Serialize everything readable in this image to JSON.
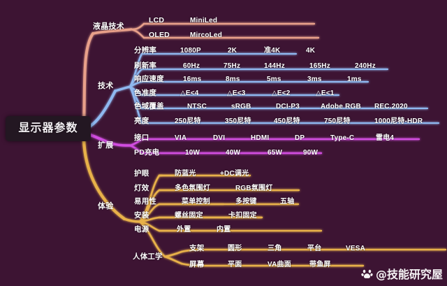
{
  "meta": {
    "background_color": "#3d1433",
    "root_box_color": "#231722"
  },
  "root": {
    "label": "显示器参数"
  },
  "watermark": {
    "handle": "@技能研究屋",
    "icon": "baidu-paw-icon"
  },
  "branches": [
    {
      "id": "lcd-tech",
      "topic": "液晶技术",
      "color": "#e8a08a",
      "rows": [
        {
          "label": "LCD",
          "values": [
            "MiniLed"
          ]
        },
        {
          "label": "OLED",
          "values": [
            "MircoLed"
          ]
        }
      ]
    },
    {
      "id": "technology",
      "topic": "技术",
      "color": "#8fb8f0",
      "rows": [
        {
          "label": "分辨率",
          "values": [
            "1080P",
            "2K",
            "准4K",
            "4K"
          ]
        },
        {
          "label": "刷新率",
          "values": [
            "60Hz",
            "75Hz",
            "144Hz",
            "165Hz",
            "240Hz"
          ]
        },
        {
          "label": "响应速度",
          "values": [
            "16ms",
            "8ms",
            "5ms",
            "3ms",
            "1ms"
          ]
        },
        {
          "label": "色准度",
          "values": [
            "△E<4",
            "△E<3",
            "△E<2",
            "△E<1"
          ]
        },
        {
          "label": "色域覆盖",
          "values": [
            "NTSC",
            "sRGB",
            "DCI-P3",
            "Adobe RGB",
            "REC.2020"
          ]
        },
        {
          "label": "亮度",
          "values": [
            "250尼特",
            "350尼特",
            "450尼特",
            "750尼特",
            "1000尼特-HDR"
          ]
        }
      ]
    },
    {
      "id": "expansion",
      "topic": "扩展",
      "color": "#d14ee0",
      "rows": [
        {
          "label": "接口",
          "values": [
            "VIA",
            "DVI",
            "HDMI",
            "DP",
            "Type-C",
            "雷电4"
          ]
        },
        {
          "label": "PD充电",
          "values": [
            "10W",
            "40W",
            "65W",
            "90W"
          ]
        }
      ]
    },
    {
      "id": "experience",
      "topic": "体验",
      "color": "#e8b14a",
      "rows": [
        {
          "label": "护眼",
          "values": [
            "防蓝光",
            "+DC调光"
          ]
        },
        {
          "label": "灯效",
          "values": [
            "多色氛围灯",
            "RGB氛围灯"
          ]
        },
        {
          "label": "易用性",
          "values": [
            "菜单控制",
            "多按键",
            "五轴"
          ]
        },
        {
          "label": "安装",
          "values": [
            "螺丝固定",
            "卡扣固定"
          ]
        },
        {
          "label": "电源",
          "values": [
            "外置",
            "内置"
          ]
        }
      ],
      "sub": {
        "topic": "人体工学",
        "rows": [
          {
            "label": "支架",
            "values": [
              "圆形",
              "三角",
              "平台",
              "VESA"
            ]
          },
          {
            "label": "屏幕",
            "values": [
              "平面",
              "VA曲面",
              "带鱼屏"
            ]
          }
        ]
      }
    }
  ]
}
